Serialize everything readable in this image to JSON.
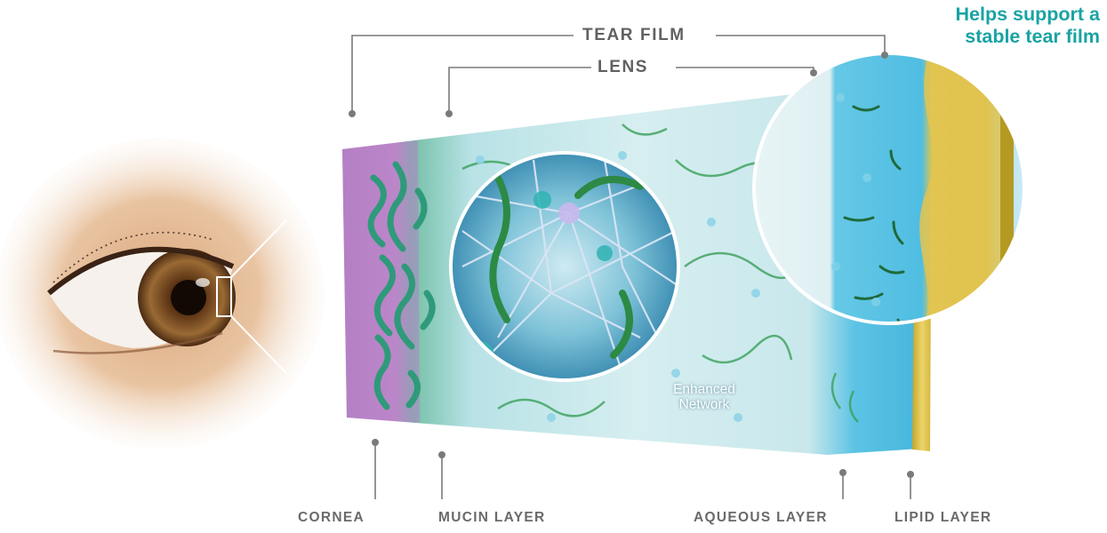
{
  "labels": {
    "tear_film": "TEAR FILM",
    "lens": "LENS",
    "cornea": "CORNEA",
    "mucin_layer": "MUCIN LAYER",
    "aqueous_layer": "AQUEOUS LAYER",
    "lipid_layer": "LIPID LAYER"
  },
  "callout": {
    "line1": "Helps support a",
    "line2": "stable tear film"
  },
  "inset": {
    "line1": "Enhanced",
    "line2": "Network"
  },
  "colors": {
    "callout_text": "#1aa3a3",
    "label_text": "#6a6a6a",
    "leader_line": "#7a7a7a",
    "cornea_purple": "#b07ac0",
    "mucin_green": "#2f9a7a",
    "aqueous_blue": "#5fc6e6",
    "lipid_yellow": "#d9c23c",
    "polymer_green": "#3aa05a"
  }
}
